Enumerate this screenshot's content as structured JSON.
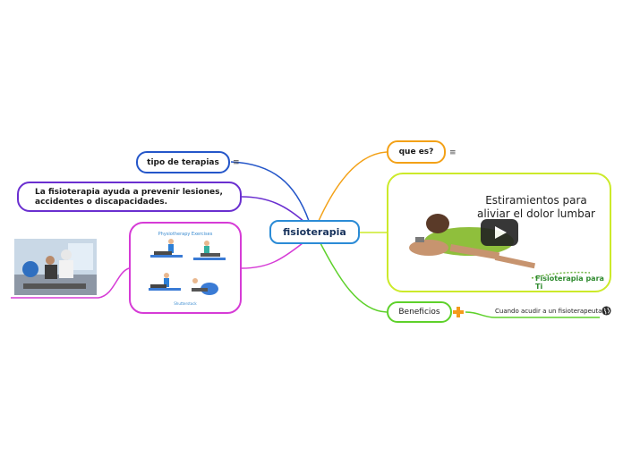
{
  "center": {
    "label": "fisioterapia"
  },
  "branches": {
    "tipo": "tipo de terapias",
    "prevenir": "La fisioterapia ayuda a prevenir lesiones, accidentes o discapacidades.",
    "que_es": "que es?",
    "beneficios": "Beneficios",
    "cuando": "Cuando acudir a un fisioterapeuta"
  },
  "image_node": {
    "title": "Physiotherapy Exercises",
    "caption": "Shutterstock"
  },
  "video": {
    "title": "Estiramientos para aliviar el dolor lumbar",
    "brand": "Fisioterapia para Ti"
  },
  "icons": {
    "note": "≡",
    "plus": "plus-icon",
    "globe": "globe-icon"
  },
  "colors": {
    "center": "#2b8bd6",
    "tipo": "#2456c9",
    "prevenir": "#6a2fd0",
    "image": "#d63bd6",
    "que_es": "#f3a117",
    "video": "#ccea2a",
    "beneficios": "#5ed12b"
  }
}
